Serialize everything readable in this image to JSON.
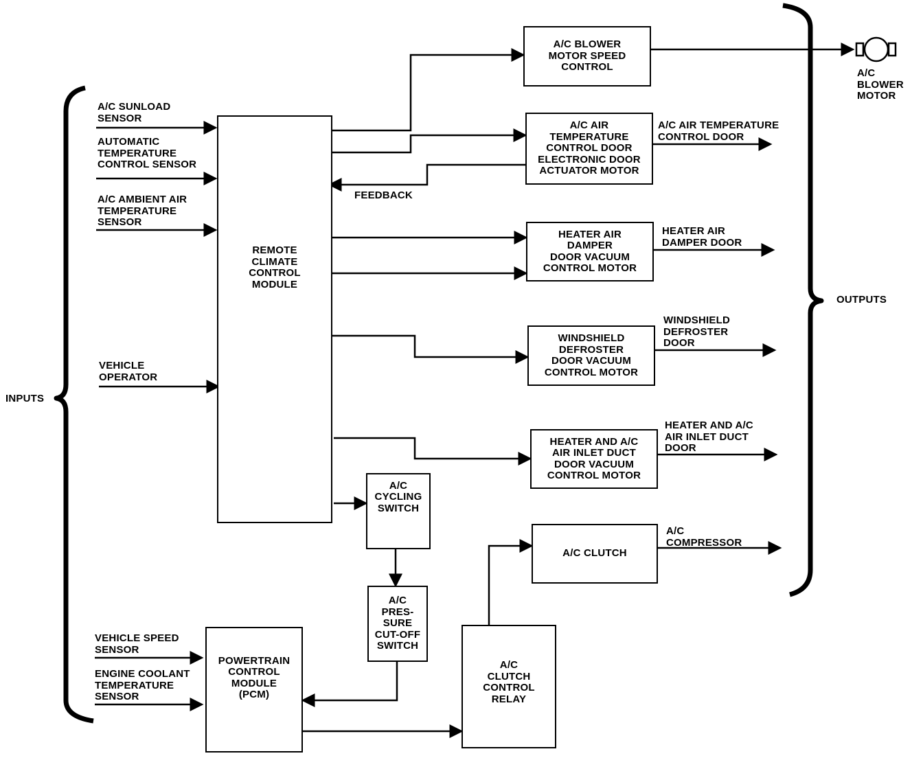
{
  "side_labels": {
    "inputs": "INPUTS",
    "outputs": "OUTPUTS"
  },
  "blocks": {
    "remote_climate": "REMOTE\nCLIMATE\nCONTROL\nMODULE",
    "blower_speed": "A/C BLOWER\nMOTOR SPEED\nCONTROL",
    "air_temp_actuator": "A/C AIR\nTEMPERATURE\nCONTROL DOOR\nELECTRONIC DOOR\nACTUATOR MOTOR",
    "heater_damper_motor": "HEATER AIR\nDAMPER\nDOOR VACUUM\nCONTROL MOTOR",
    "windshield_motor": "WINDSHIELD\nDEFROSTER\nDOOR VACUUM\nCONTROL MOTOR",
    "inlet_duct_motor": "HEATER AND A/C\nAIR INLET DUCT\nDOOR VACUUM\nCONTROL MOTOR",
    "cycling_switch": "A/C\nCYCLING\nSWITCH",
    "pressure_switch": "A/C\nPRES-\nSURE\nCUT-OFF\nSWITCH",
    "ac_clutch": "A/C CLUTCH",
    "pcm": "POWERTRAIN\nCONTROL\nMODULE\n(PCM)",
    "clutch_relay": "A/C\nCLUTCH\nCONTROL\nRELAY"
  },
  "inputs": {
    "sunload": "A/C SUNLOAD\nSENSOR",
    "auto_temp": "AUTOMATIC\nTEMPERATURE\nCONTROL SENSOR",
    "ambient": "A/C AMBIENT AIR\nTEMPERATURE\nSENSOR",
    "vehicle_operator": "VEHICLE\nOPERATOR",
    "vehicle_speed": "VEHICLE SPEED\nSENSOR",
    "coolant": "ENGINE COOLANT\nTEMPERATURE\nSENSOR"
  },
  "outputs": {
    "blower_motor": "A/C\nBLOWER\nMOTOR",
    "air_temp_door": "A/C AIR TEMPERATURE\nCONTROL DOOR",
    "damper_door": "HEATER AIR\nDAMPER DOOR",
    "defroster_door": "WINDSHIELD\nDEFROSTER\nDOOR",
    "inlet_duct_door": "HEATER AND A/C\nAIR INLET DUCT\nDOOR",
    "compressor": "A/C\nCOMPRESSOR"
  },
  "feedback_label": "FEEDBACK"
}
